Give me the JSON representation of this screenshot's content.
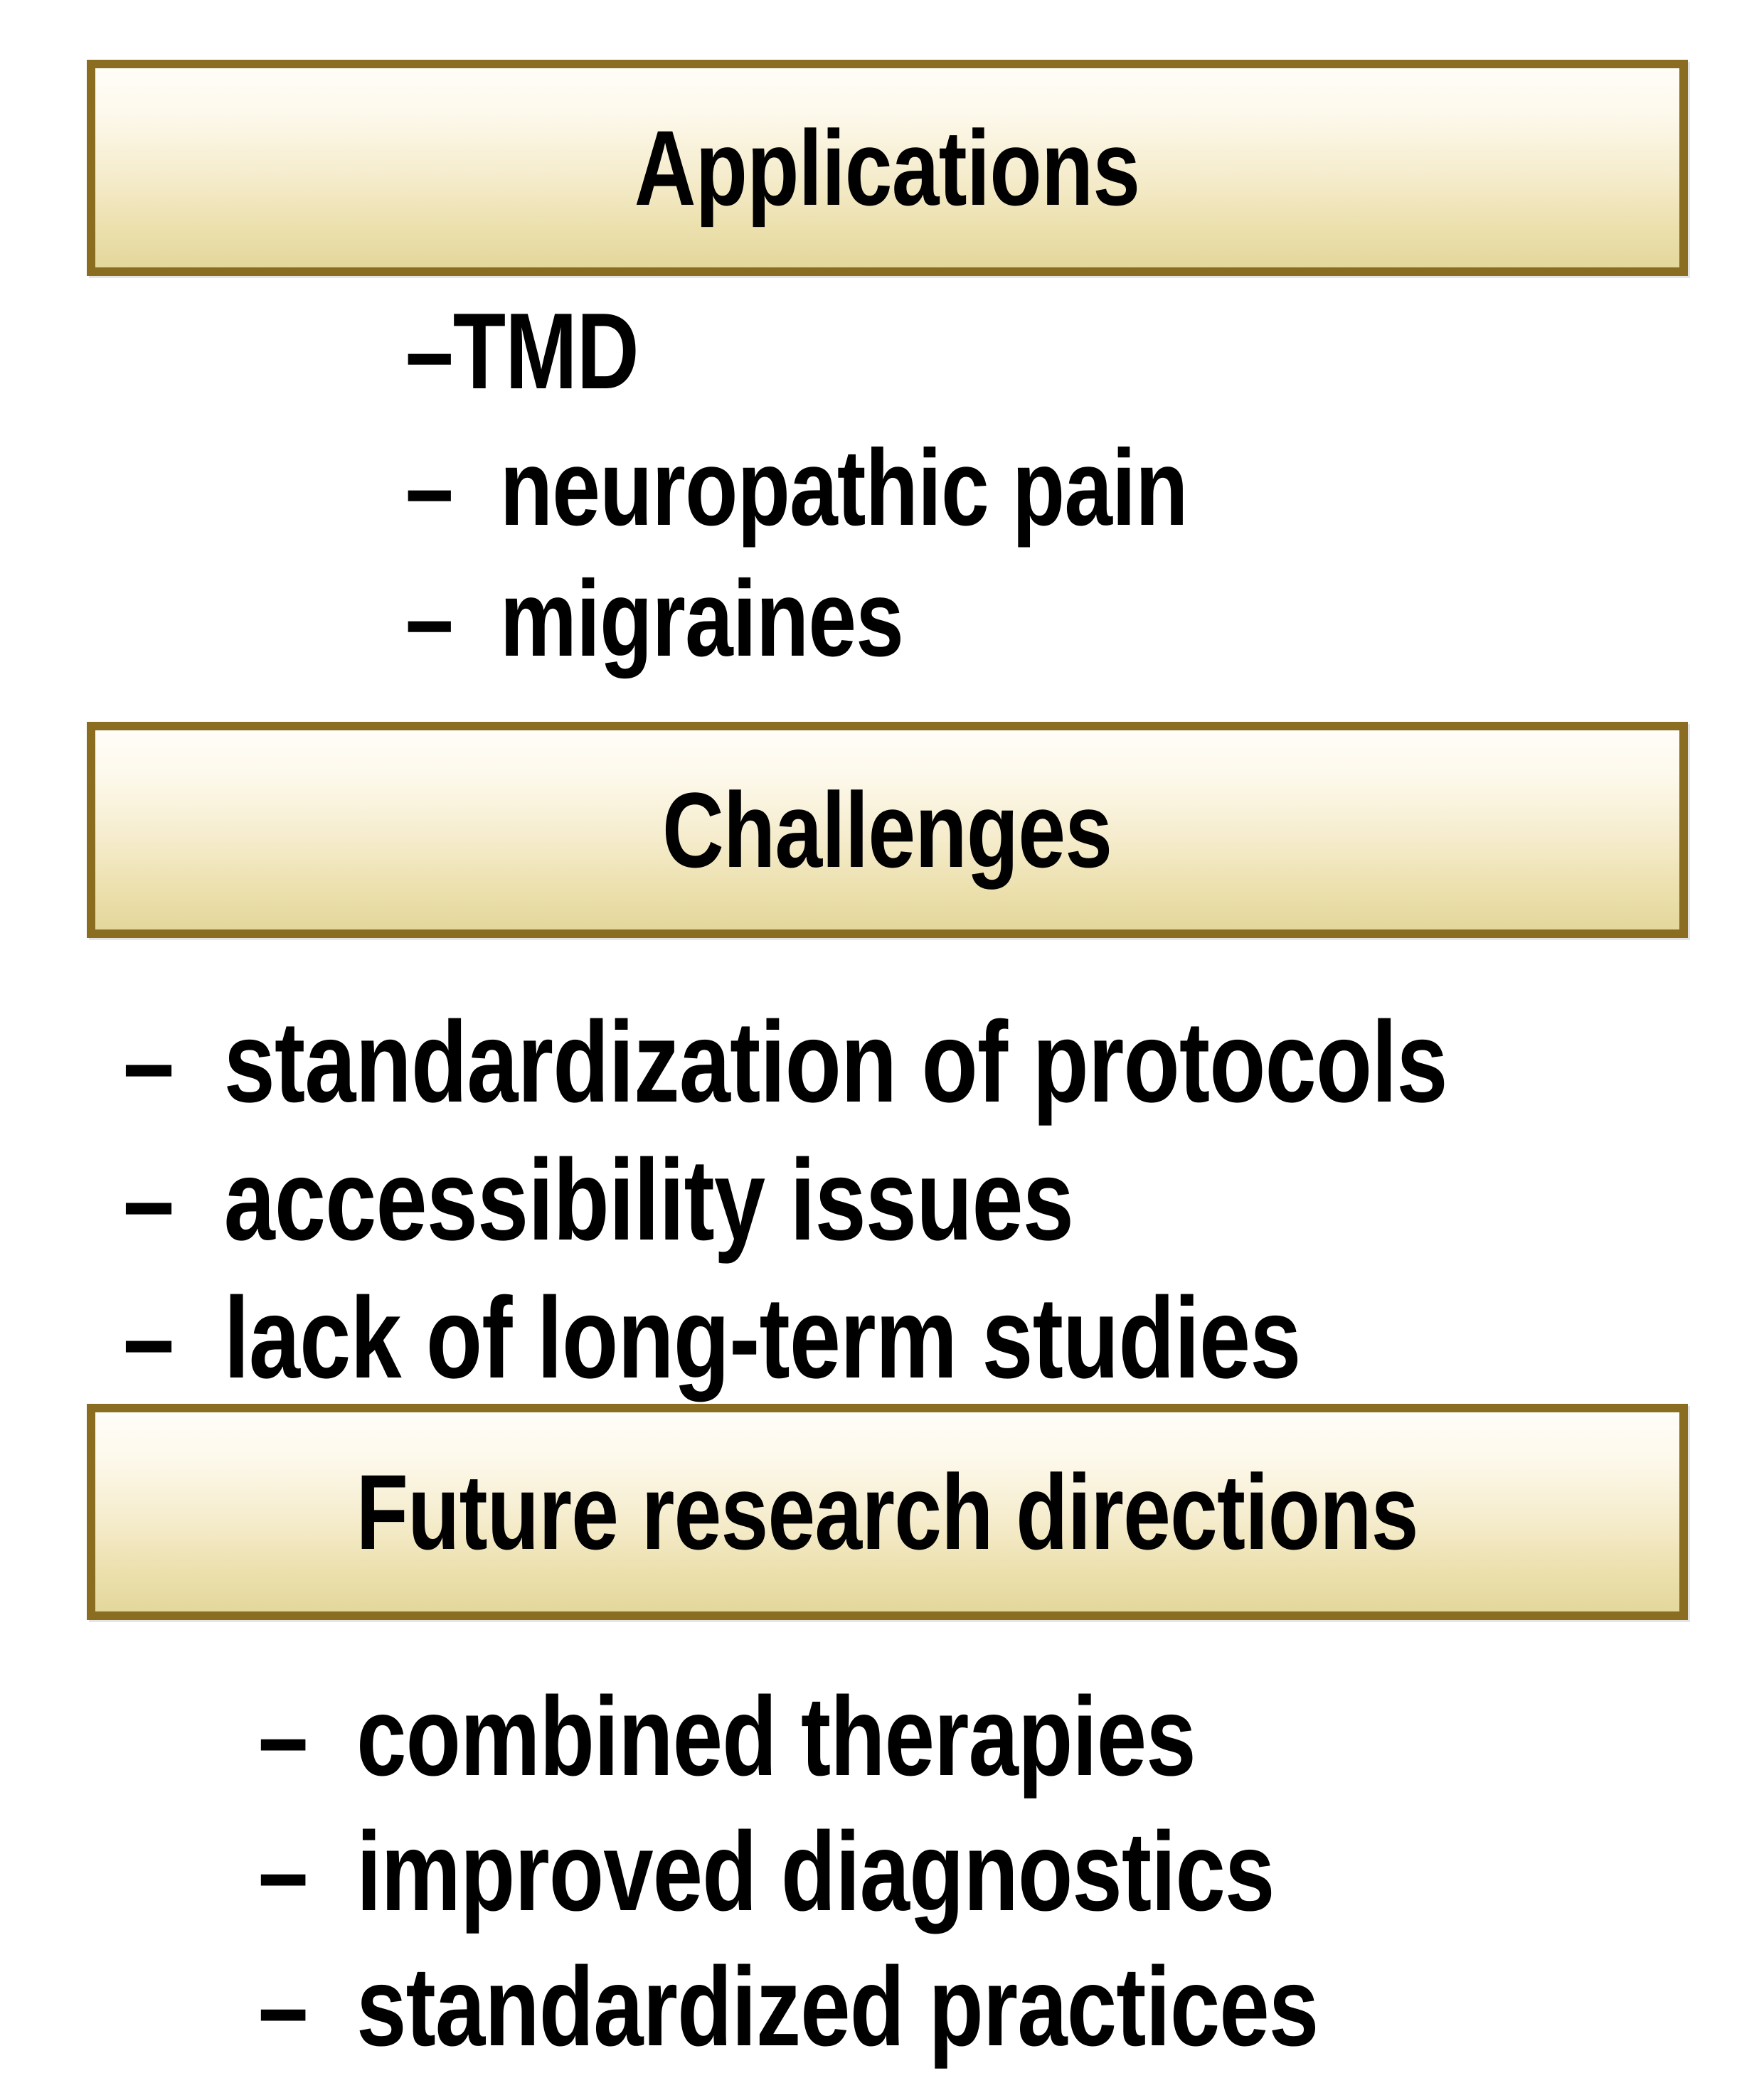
{
  "slide": {
    "background_color": "#ffffff",
    "banner_border_color": "#8a6d21",
    "banner_gradient_top": "#fffdf8",
    "banner_gradient_bottom": "#e4d79c",
    "text_color": "#000000"
  },
  "sections": [
    {
      "key": "applications",
      "title": "Applications",
      "bullets": [
        "–TMD",
        "–  neuropathic pain",
        "–  migraines"
      ]
    },
    {
      "key": "challenges",
      "title": "Challenges",
      "bullets": [
        "–  standardization of protocols",
        "–  accessibility issues",
        "–  lack of long-term studies"
      ]
    },
    {
      "key": "future",
      "title": "Future research directions",
      "bullets": [
        "–  combined therapies",
        "–  improved diagnostics",
        "–  standardized practices"
      ]
    }
  ]
}
